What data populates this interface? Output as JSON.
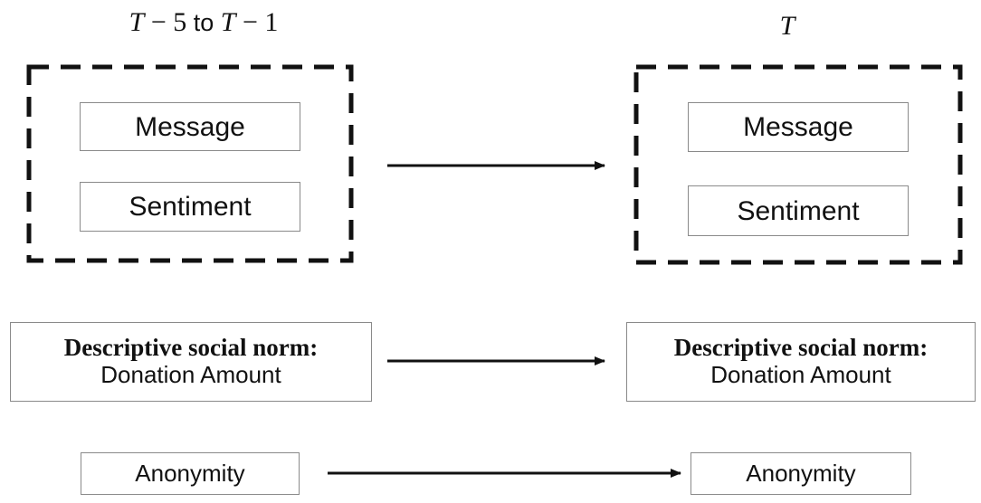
{
  "left_header": {
    "t1": "T",
    "m1": " − 5 ",
    "to": "to",
    "t2": "T",
    "m2": " − 1"
  },
  "right_header": {
    "t": "T"
  },
  "left_group": {
    "message": "Message",
    "sentiment": "Sentiment"
  },
  "right_group": {
    "message": "Message",
    "sentiment": "Sentiment"
  },
  "left_norm": {
    "heading": "Descriptive social norm:",
    "sub": "Donation Amount"
  },
  "right_norm": {
    "heading": "Descriptive social norm:",
    "sub": "Donation Amount"
  },
  "left_anonymity": "Anonymity",
  "right_anonymity": "Anonymity"
}
